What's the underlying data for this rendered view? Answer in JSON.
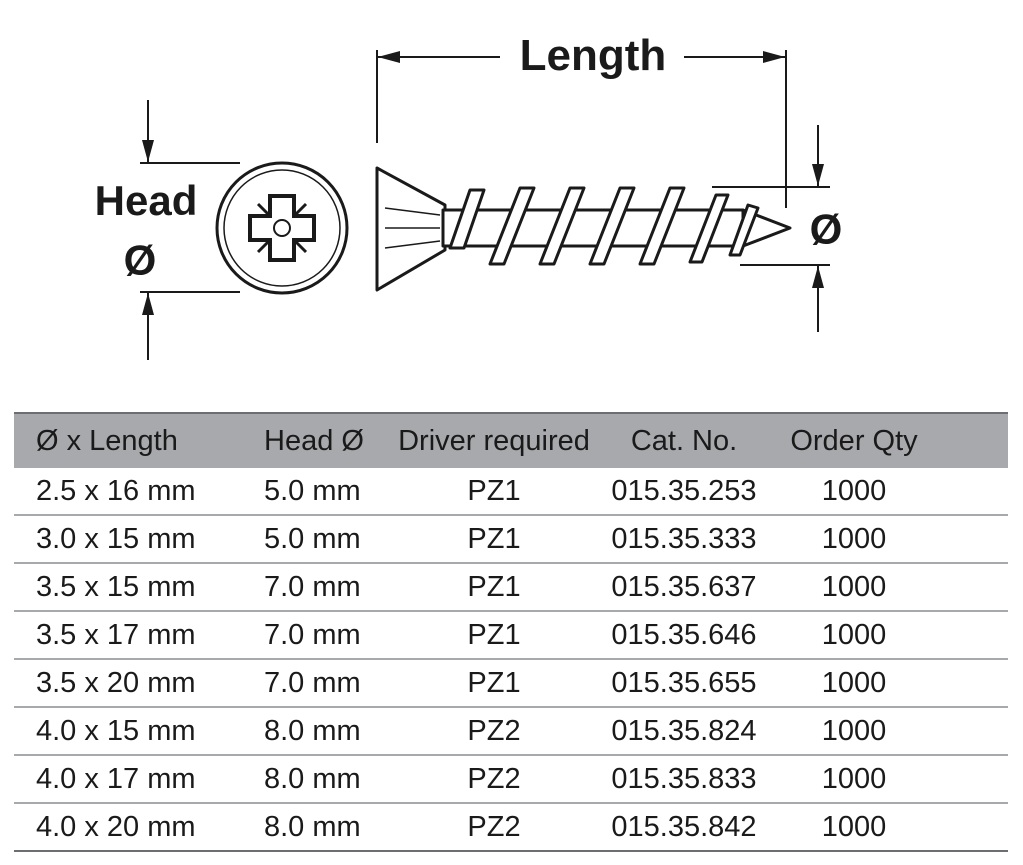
{
  "diagram": {
    "length_label": "Length",
    "head_label_line1": "Head",
    "head_label_line2": "Ø",
    "diameter_label": "Ø"
  },
  "table": {
    "headers": [
      "Ø x Length",
      "Head Ø",
      "Driver required",
      "Cat. No.",
      "Order Qty"
    ],
    "rows": [
      [
        "2.5 x 16 mm",
        "5.0 mm",
        "PZ1",
        "015.35.253",
        "1000"
      ],
      [
        "3.0 x 15 mm",
        "5.0 mm",
        "PZ1",
        "015.35.333",
        "1000"
      ],
      [
        "3.5 x 15 mm",
        "7.0 mm",
        "PZ1",
        "015.35.637",
        "1000"
      ],
      [
        "3.5 x 17 mm",
        "7.0 mm",
        "PZ1",
        "015.35.646",
        "1000"
      ],
      [
        "3.5 x 20 mm",
        "7.0 mm",
        "PZ1",
        "015.35.655",
        "1000"
      ],
      [
        "4.0 x 15 mm",
        "8.0 mm",
        "PZ2",
        "015.35.824",
        "1000"
      ],
      [
        "4.0 x 17 mm",
        "8.0 mm",
        "PZ2",
        "015.35.833",
        "1000"
      ],
      [
        "4.0 x 20 mm",
        "8.0 mm",
        "PZ2",
        "015.35.842",
        "1000"
      ]
    ]
  }
}
